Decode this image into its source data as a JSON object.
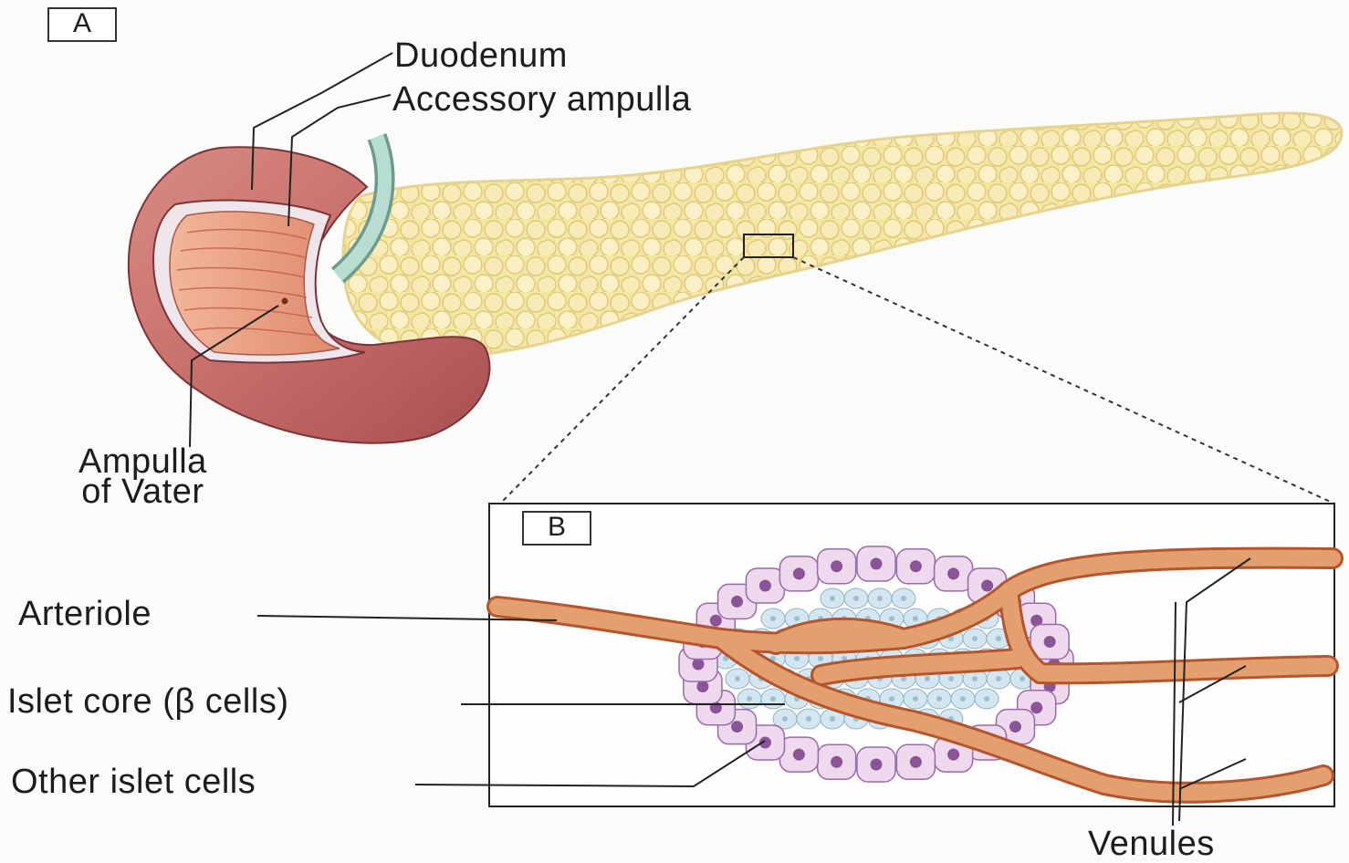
{
  "panels": {
    "a": "A",
    "b": "B"
  },
  "labels": {
    "duodenum": "Duodenum",
    "accessory_ampulla": "Accessory ampulla",
    "ampulla_of_vater": "Ampulla\nof Vater",
    "arteriole": "Arteriole",
    "islet_core": "Islet core (β cells)",
    "other_islet_cells": "Other islet cells",
    "venules": "Venules"
  },
  "colors": {
    "pancreas_fill": "#f4e6a3",
    "pancreas_lobule": "#e0c97a",
    "duodenum_outer": "#c46b68",
    "duodenum_inner": "#e89a7e",
    "accessory_duct": "#b8ddd3",
    "vessel": "#e3a06e",
    "vessel_edge": "#b4552c",
    "peripheral_cell": "#efd9ee",
    "peripheral_nucleus": "#8a5596",
    "beta_cell": "#d4e6ef",
    "beta_nucleus": "#9cc0d2"
  }
}
